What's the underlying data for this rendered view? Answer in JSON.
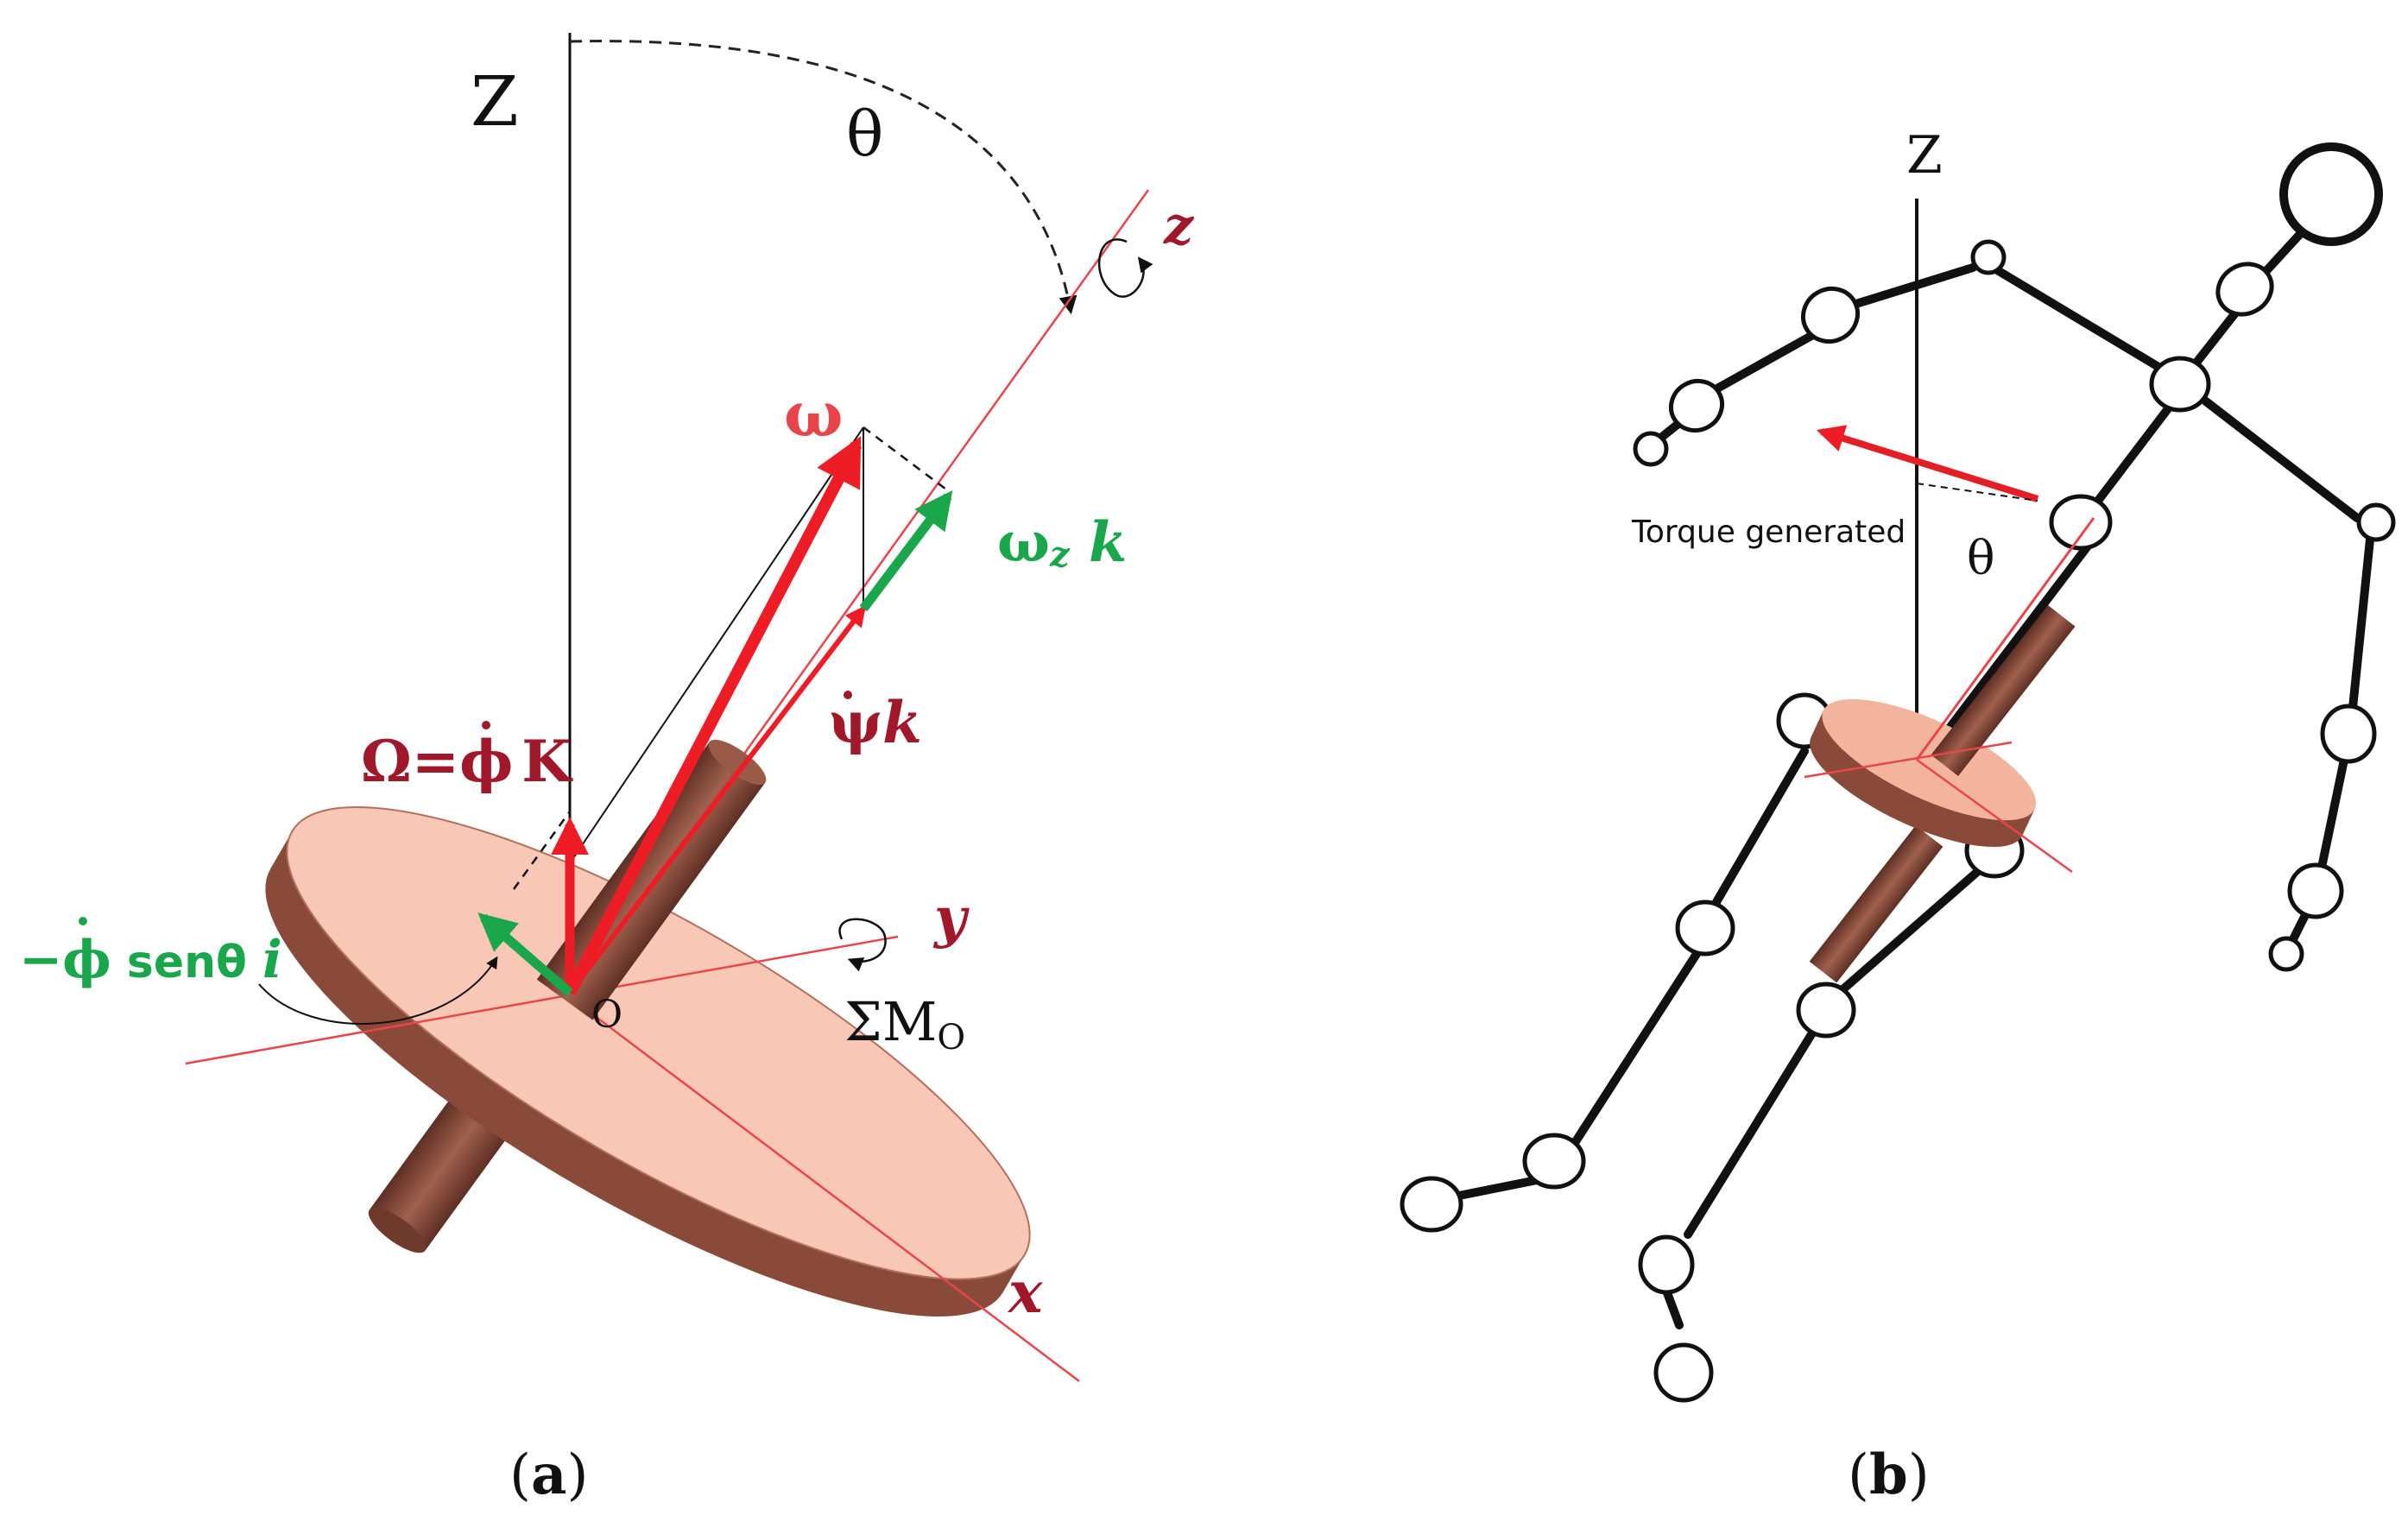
{
  "panel_a": {
    "caption_open": "(",
    "caption_letter": "a",
    "caption_close": ")",
    "labels": {
      "big_z": "Z",
      "theta": "θ",
      "small_z": "z",
      "omega": "ω",
      "omega_z_k_prefix": "ω",
      "omega_z_k_sub": "z",
      "omega_z_k_k": " k",
      "capital_omega": "Ω=",
      "phi_dot_K": "ϕ",
      "K": "K",
      "psi_dot_k": "ψ",
      "psi_k": "k",
      "neg_phi_sen_theta_minus": "−",
      "neg_phi": "ϕ",
      "sen_theta": " senθ ",
      "i": "i",
      "y": "y",
      "x": "x",
      "origin": "O",
      "sum_moments": "ΣM",
      "sum_moments_sub": "O"
    },
    "colors": {
      "red_axis": "#e8454a",
      "red_vector": "#ee1c25",
      "green_vector": "#1aa64b",
      "label_red": "#a0182a",
      "disk_face": "#f9c7b5",
      "disk_edge": "#8a4a3a",
      "shaft": "#7d4434"
    }
  },
  "panel_b": {
    "caption_open": "(",
    "caption_letter": "b",
    "caption_close": ")",
    "labels": {
      "big_z": "Z",
      "theta": "θ",
      "torque": "Torque generated"
    },
    "colors": {
      "arrow": "#e31e24",
      "skeleton": "#111111"
    }
  }
}
